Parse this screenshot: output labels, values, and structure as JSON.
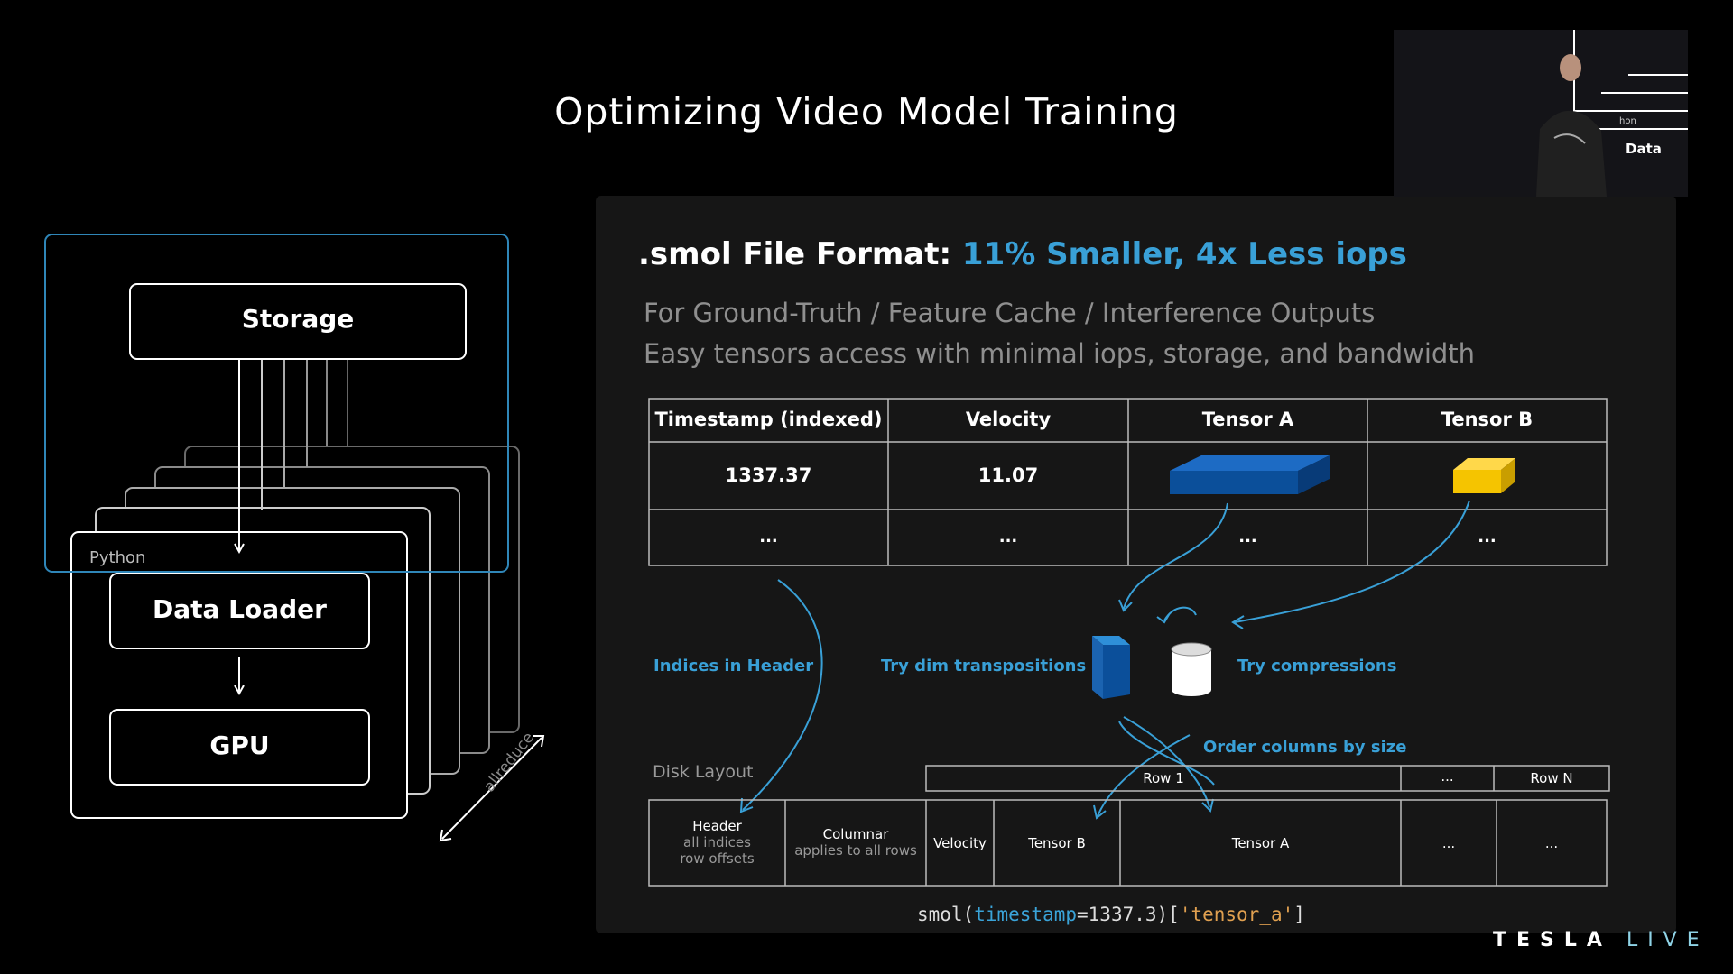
{
  "slide": {
    "title": "Optimizing Video Model Training"
  },
  "left_diagram": {
    "storage_label": "Storage",
    "python_label": "Python",
    "data_loader_label": "Data Loader",
    "gpu_label": "GPU",
    "allreduce_label": "allreduce"
  },
  "panel": {
    "title_prefix": ".smol File Format:",
    "title_highlight": "11% Smaller, 4x Less iops",
    "subtitle_1": "For Ground-Truth / Feature Cache / Interference Outputs",
    "subtitle_2": "Easy tensors access with minimal iops, storage, and bandwidth",
    "table": {
      "headers": [
        "Timestamp (indexed)",
        "Velocity",
        "Tensor A",
        "Tensor B"
      ],
      "row1": [
        "1337.37",
        "11.07",
        "",
        ""
      ],
      "row2": [
        "...",
        "...",
        "...",
        "..."
      ]
    },
    "labels": {
      "indices": "Indices in Header",
      "transpose": "Try dim transpositions",
      "compress": "Try compressions",
      "order": "Order columns by size",
      "disk_layout": "Disk Layout"
    },
    "row_strip": [
      "Row 1",
      "...",
      "Row N"
    ],
    "disk": {
      "header_title": "Header",
      "header_sub1": "all indices",
      "header_sub2": "row offsets",
      "columnar_title": "Columnar",
      "columnar_sub": "applies to all rows",
      "velocity": "Velocity",
      "tensor_b": "Tensor B",
      "tensor_a": "Tensor A",
      "dots1": "...",
      "dots2": "..."
    },
    "code": {
      "fn": "smol(",
      "kw": "timestamp",
      "eq": "=1337.3)[",
      "str": "'tensor_a'",
      "end": "]"
    }
  },
  "colors": {
    "accent": "#39a0d7",
    "tensor_a": "#0b4f9a",
    "tensor_b": "#f5c400"
  },
  "brand": {
    "tesla": "TESLA",
    "live": "LIVE"
  }
}
